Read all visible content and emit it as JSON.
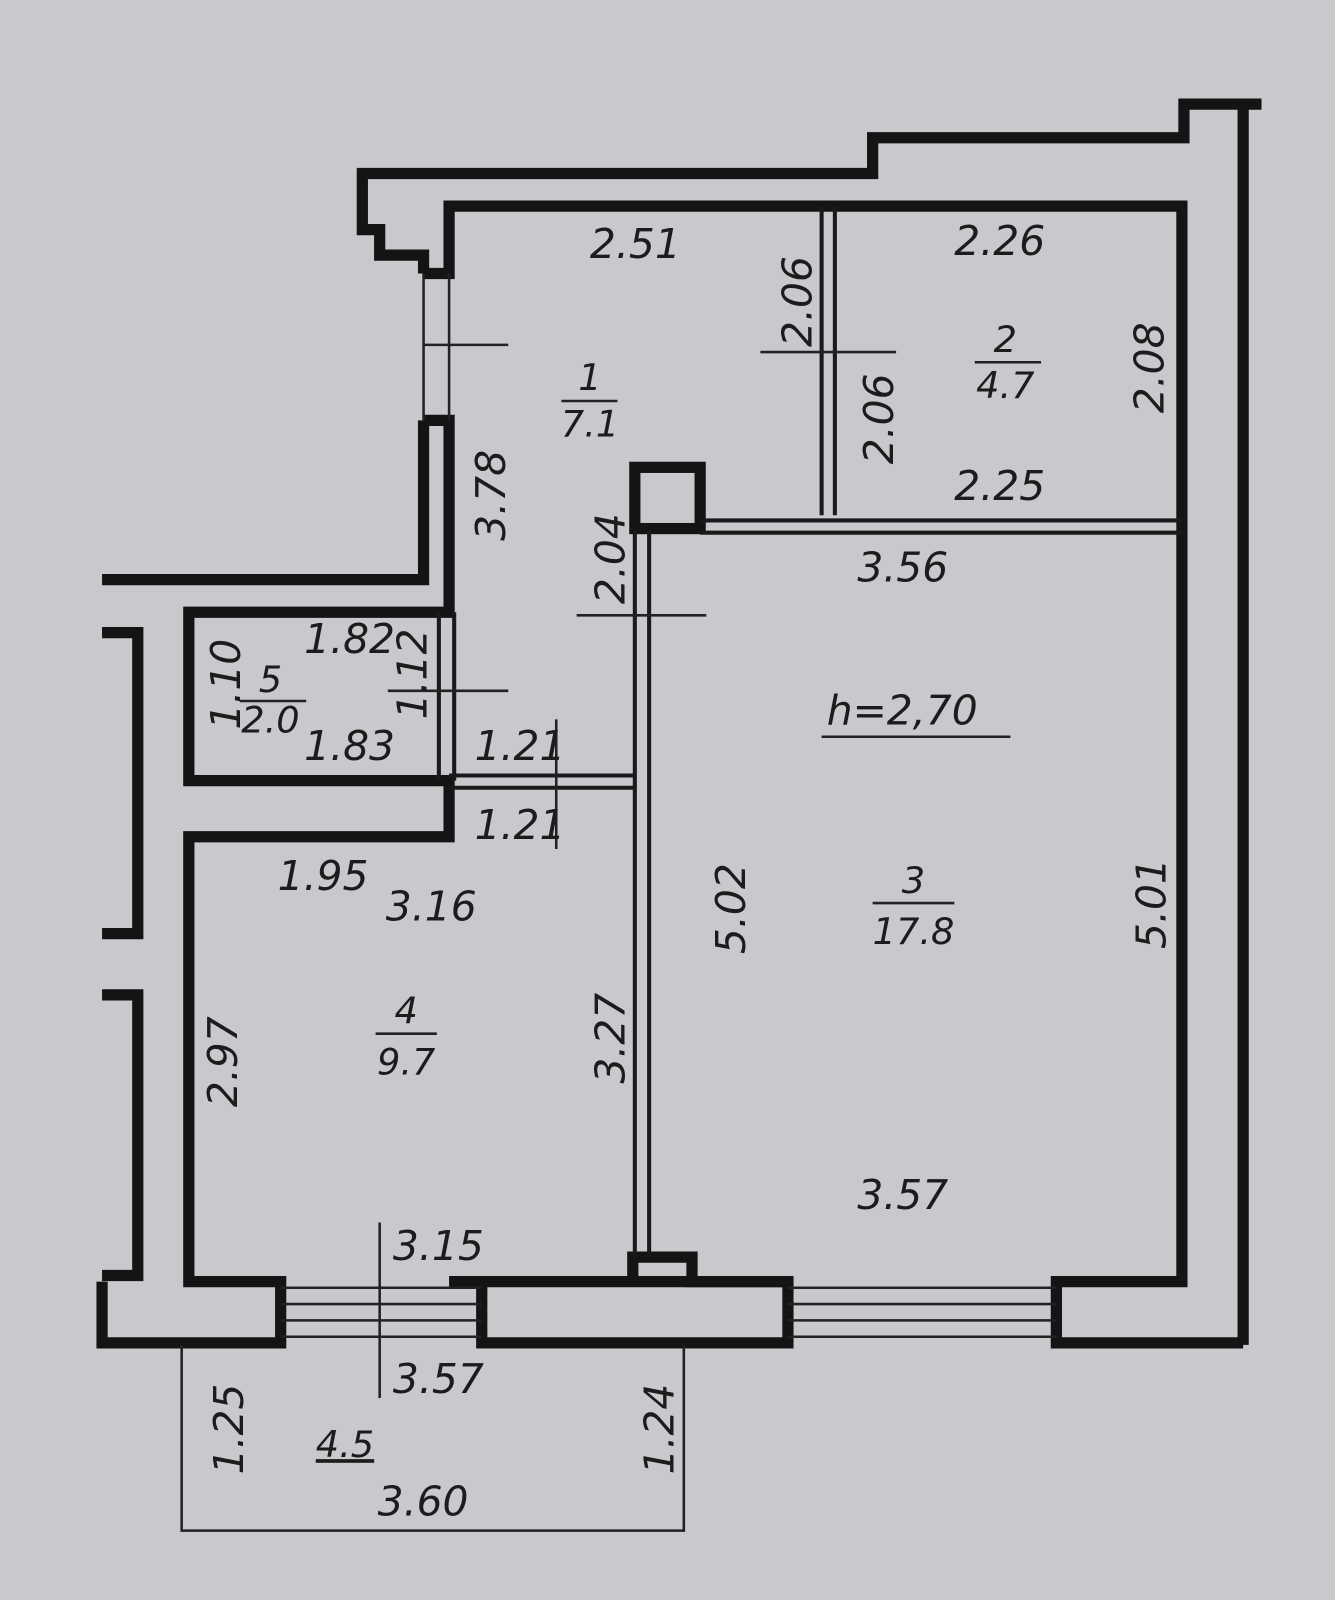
{
  "title": "Apartment floor plan",
  "ceiling_height": "h=2,70",
  "rooms": [
    {
      "number": "1",
      "area": "7.1"
    },
    {
      "number": "2",
      "area": "4.7"
    },
    {
      "number": "3",
      "area": "17.8"
    },
    {
      "number": "4",
      "area": "9.7"
    },
    {
      "number": "5",
      "area": "2.0"
    }
  ],
  "balcony_area": "4.5",
  "dimensions": {
    "r1_top": "2.51",
    "r1_left": "3.78",
    "r1_col": "2.04",
    "r1_partition": "2.06",
    "r2_top": "2.26",
    "r2_left": "2.06",
    "r2_right": "2.08",
    "r2_bottom": "2.25",
    "r3_top": "3.56",
    "r3_left": "5.02",
    "r3_right": "5.01",
    "r3_bottom": "3.57",
    "r5_top": "1.82",
    "r5_bottom": "1.83",
    "r5_left": "1.10",
    "r5_right": "1.12",
    "hall_top": "1.21",
    "hall_bottom": "1.21",
    "r4_corner": "1.95",
    "r4_top": "3.16",
    "r4_left": "2.97",
    "r4_right": "3.27",
    "r4_bottom": "3.15",
    "balc_top": "3.57",
    "balc_bottom": "3.60",
    "balc_left": "1.25",
    "balc_right": "1.24"
  }
}
